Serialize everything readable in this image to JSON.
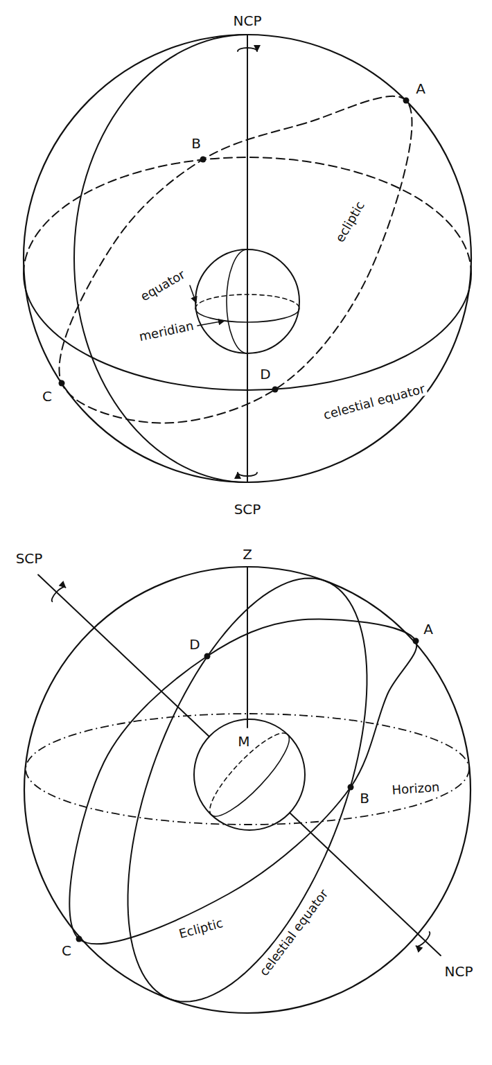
{
  "diagram": {
    "labels": [
      "NCP",
      "B",
      "A",
      "equator",
      "ecliptic",
      "meridian",
      "C",
      "D",
      "celestial equator",
      "SCP",
      "Z",
      "SCP",
      "A",
      "D",
      "M",
      "B",
      "Horizon",
      "Ecliptic",
      "celestial equator",
      "C",
      "NCP"
    ]
  }
}
